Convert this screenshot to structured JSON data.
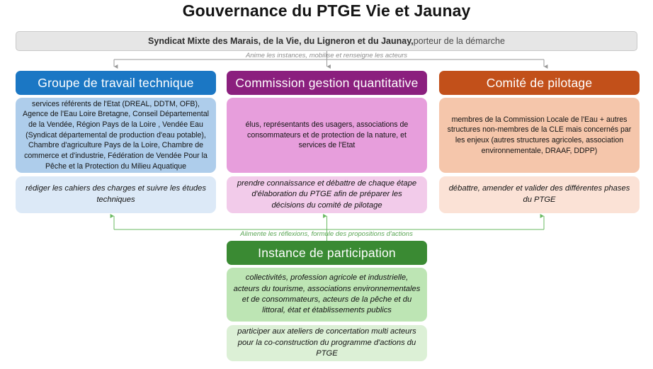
{
  "title": "Gouvernance du PTGE Vie et Jaunay",
  "banner": {
    "strong_text": "Syndicat Mixte des Marais, de la Vie, du Ligneron et du Jaunay,",
    "regular_text": " porteur de la démarche"
  },
  "connectors": {
    "top_label": "Anime les instances, mobilise et renseigne les acteurs",
    "bottom_label": "Alimente les réflexions, formule des propositions d'actions",
    "top_color": "#9a9a9a",
    "bottom_color": "#6aba62"
  },
  "columns": [
    {
      "id": "groupe-de-travail-technique",
      "header": "Groupe de travail technique",
      "header_color": "#1B77C4",
      "members_color": "#AECDEB",
      "action_color": "#DCE9F7",
      "members": "services référents de l'Etat (DREAL, DDTM, OFB), Agence de l'Eau Loire Bretagne, Conseil Départemental de la Vendée, Région Pays de la Loire , Vendée Eau (Syndicat départemental de production d'eau potable), Chambre d'agriculture Pays de la Loire, Chambre de commerce et d'industrie, Fédération de Vendée Pour la Pêche et la Protection du Milieu Aquatique",
      "action": "rédiger les cahiers des charges et suivre les études techniques"
    },
    {
      "id": "commission-gestion-quantitative",
      "header": "Commission gestion quantitative",
      "header_color": "#8B1F7E",
      "members_color": "#E79EDC",
      "action_color": "#F2CBEA",
      "members": "élus, représentants des usagers, associations de consommateurs et de protection de la nature, et services de l'Etat",
      "action": "prendre connaissance et débattre de chaque étape d'élaboration du PTGE afin de préparer les décisions du comité de pilotage"
    },
    {
      "id": "comite-de-pilotage",
      "header": "Comité de pilotage",
      "header_color": "#C2501A",
      "members_color": "#F5C6AB",
      "action_color": "#FBE2D6",
      "members": "membres de la Commission Locale de l'Eau + autres structures non-membres de la CLE mais concernés par les enjeux (autres structures agricoles, association environnementale, DRAAF, DDPP)",
      "action": "débattre, amender et valider des différentes phases du PTGE"
    }
  ],
  "participation": {
    "id": "instance-de-participation",
    "header": "Instance de participation",
    "header_color": "#3A8A33",
    "members_color": "#BDE5B4",
    "action_color": "#DCF0D6",
    "members": "collectivités, profession agricole et industrielle, acteurs du tourisme, associations environnementales et de consommateurs, acteurs de la pêche et du littoral, état et établissements publics",
    "action": "participer aux ateliers de concertation multi acteurs pour la co-construction du programme d'actions du PTGE"
  }
}
